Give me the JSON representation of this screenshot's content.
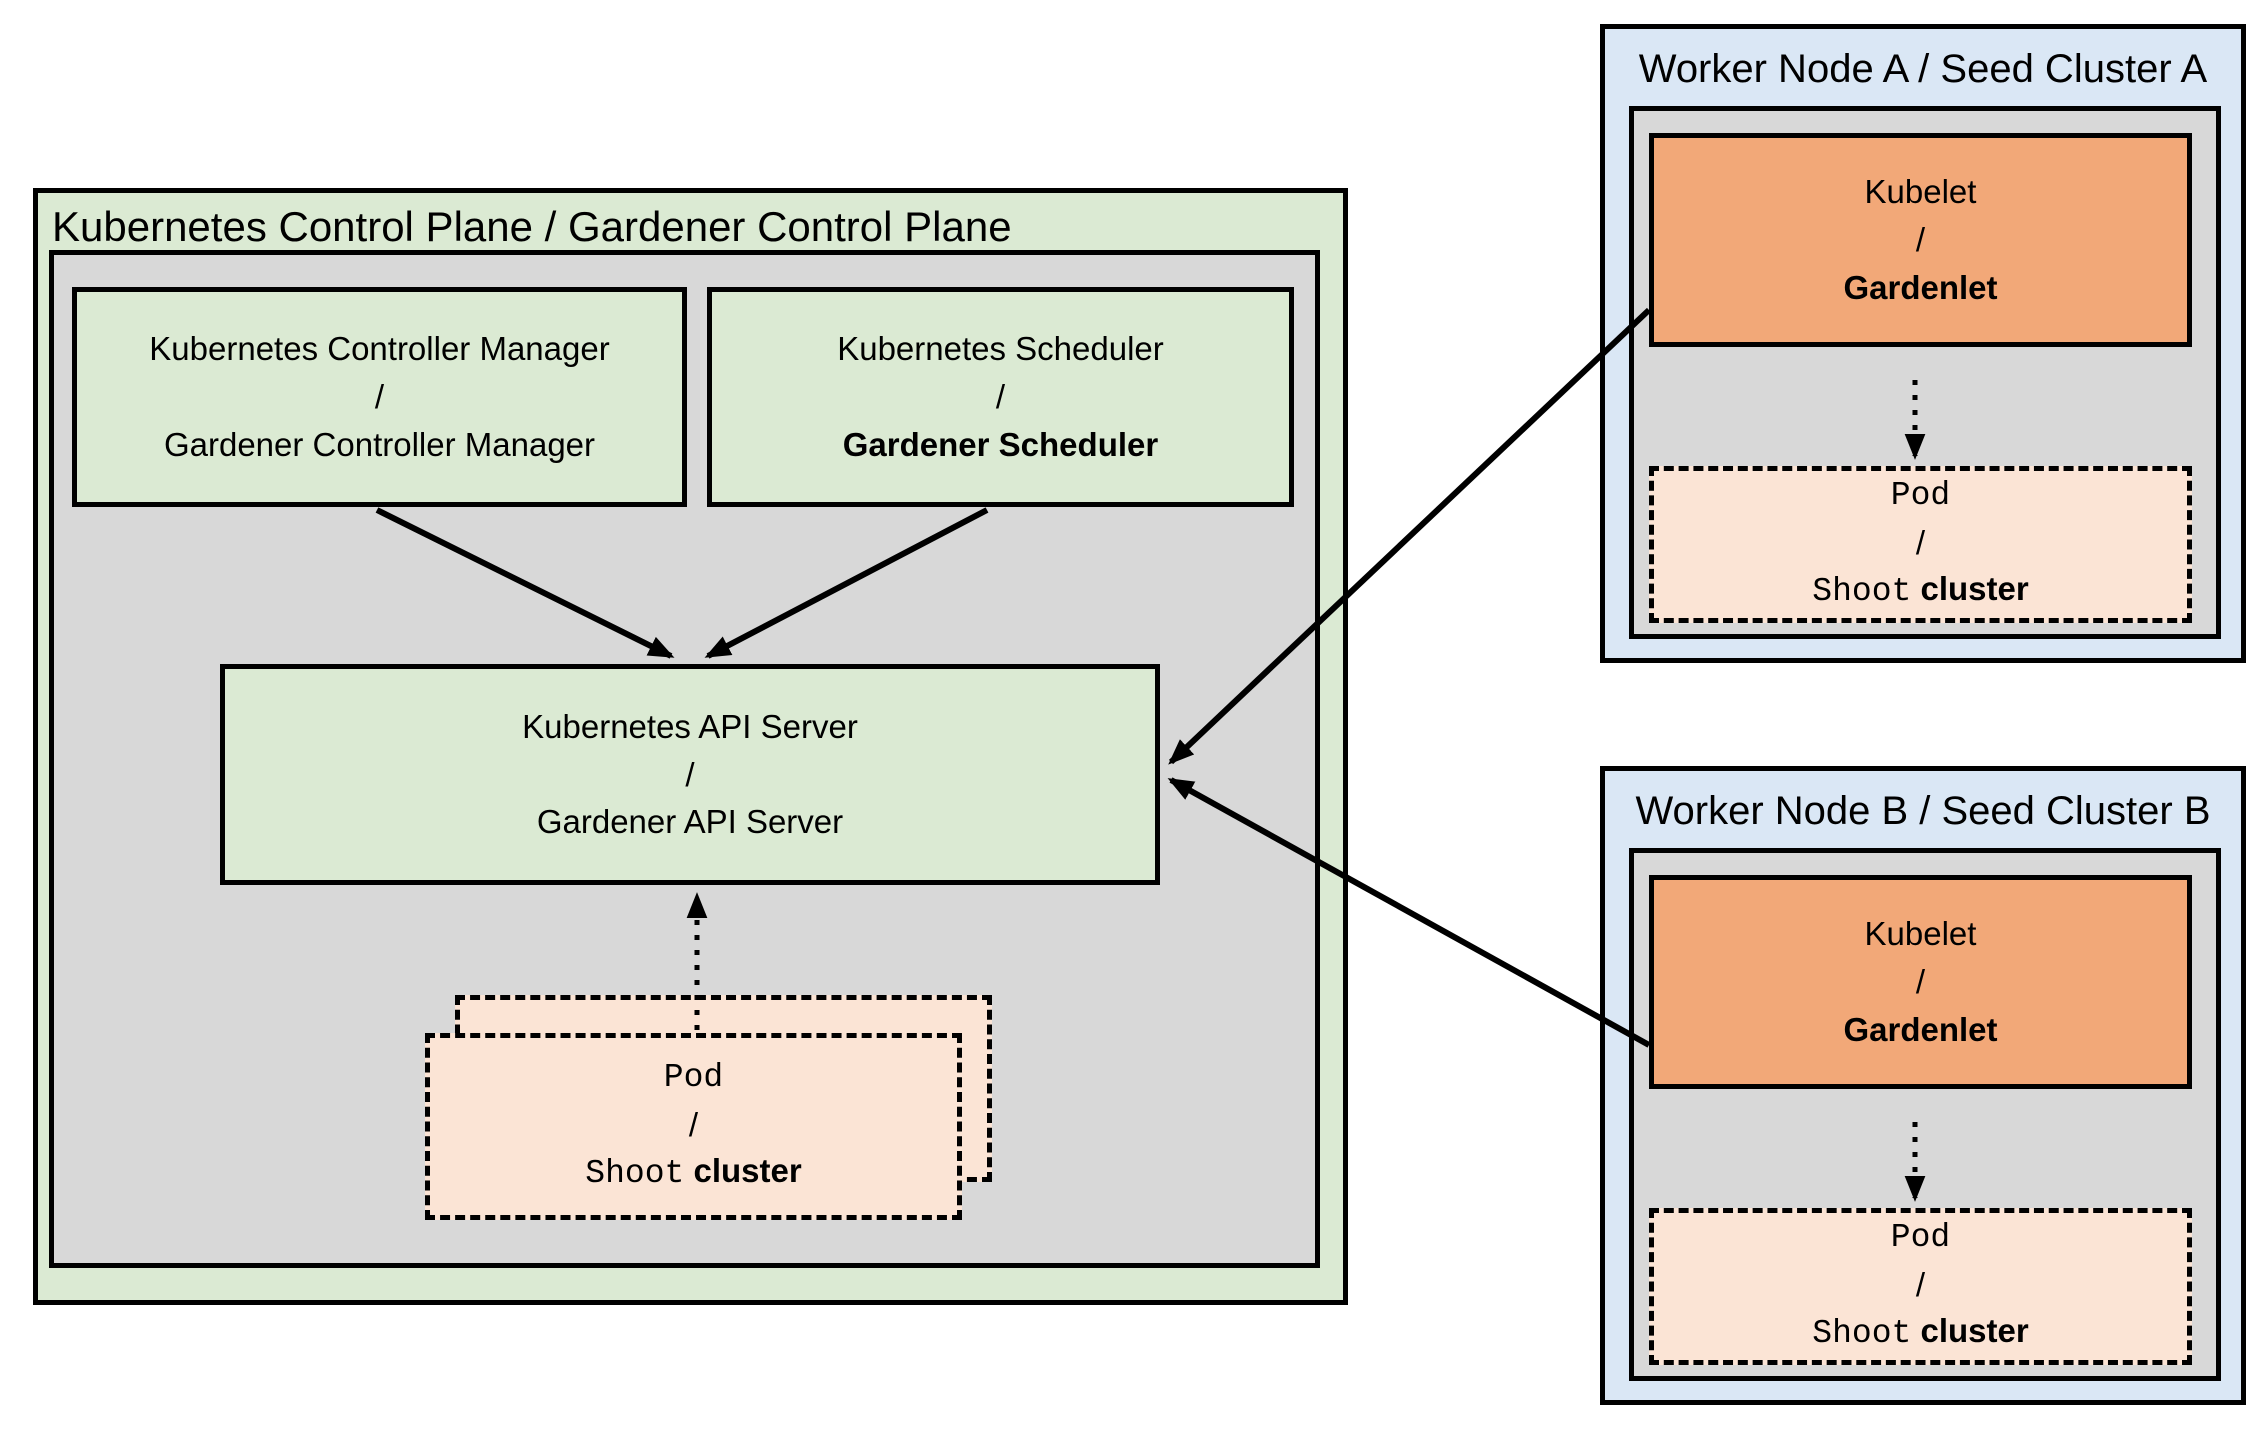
{
  "control_plane": {
    "title": "Kubernetes Control Plane / Gardener Control Plane",
    "controller_manager": {
      "line1": "Kubernetes Controller Manager",
      "separator": "/",
      "line2": "Gardener Controller Manager"
    },
    "scheduler": {
      "line1": "Kubernetes Scheduler",
      "separator": "/",
      "line2": "Gardener Scheduler"
    },
    "api_server": {
      "line1": "Kubernetes API Server",
      "separator": "/",
      "line2": "Gardener API Server"
    },
    "pod_stack": {
      "line1": "Pod",
      "separator": "/",
      "line2_code": "Shoot",
      "line2_plain": "cluster"
    }
  },
  "worker_nodes": [
    {
      "title": "Worker Node A / Seed Cluster A",
      "kubelet": {
        "line1": "Kubelet",
        "separator": "/",
        "line2": "Gardenlet"
      },
      "pod": {
        "line1": "Pod",
        "separator": "/",
        "line2_code": "Shoot",
        "line2_plain": "cluster"
      }
    },
    {
      "title": "Worker Node B / Seed Cluster B",
      "kubelet": {
        "line1": "Kubelet",
        "separator": "/",
        "line2": "Gardenlet"
      },
      "pod": {
        "line1": "Pod",
        "separator": "/",
        "line2_code": "Shoot",
        "line2_plain": "cluster"
      }
    }
  ],
  "colors": {
    "container_green": "#DBEAD3",
    "panel_gray": "#D8D8D8",
    "node_blue": "#DAE7F5",
    "kubelet_orange": "#F2A878",
    "pod_peach": "#FBE4D5",
    "line_black": "#000000",
    "background": "#FFFFFF"
  }
}
